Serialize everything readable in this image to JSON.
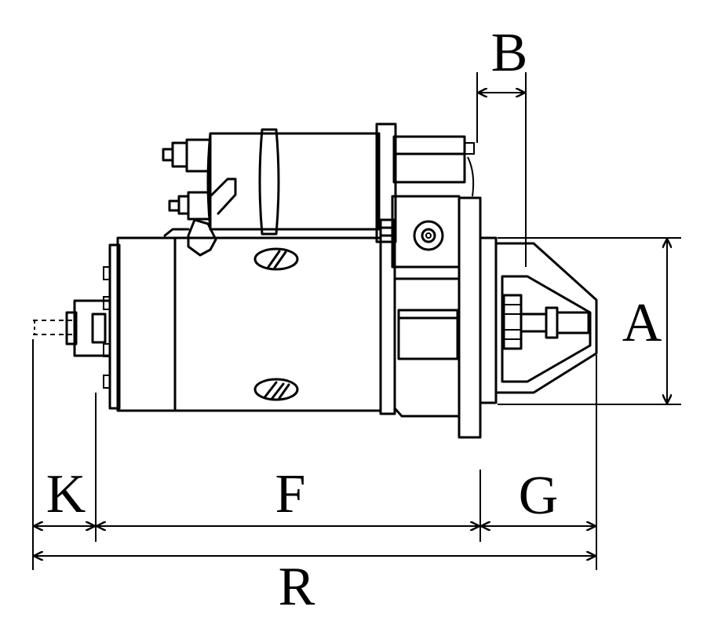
{
  "diagram": {
    "labels": {
      "a": "A",
      "b": "B",
      "f": "F",
      "g": "G",
      "k": "K",
      "r": "R"
    },
    "colors": {
      "line": "#000000",
      "background": "#ffffff"
    }
  }
}
